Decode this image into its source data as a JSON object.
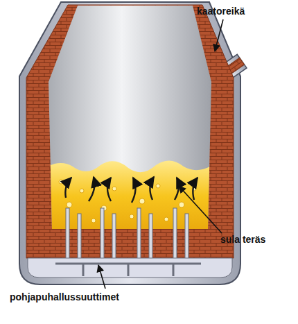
{
  "diagram": {
    "labels": [
      "kaatoreikä",
      "sula teräs",
      "pohjapuhallussuuttimet"
    ]
  }
}
